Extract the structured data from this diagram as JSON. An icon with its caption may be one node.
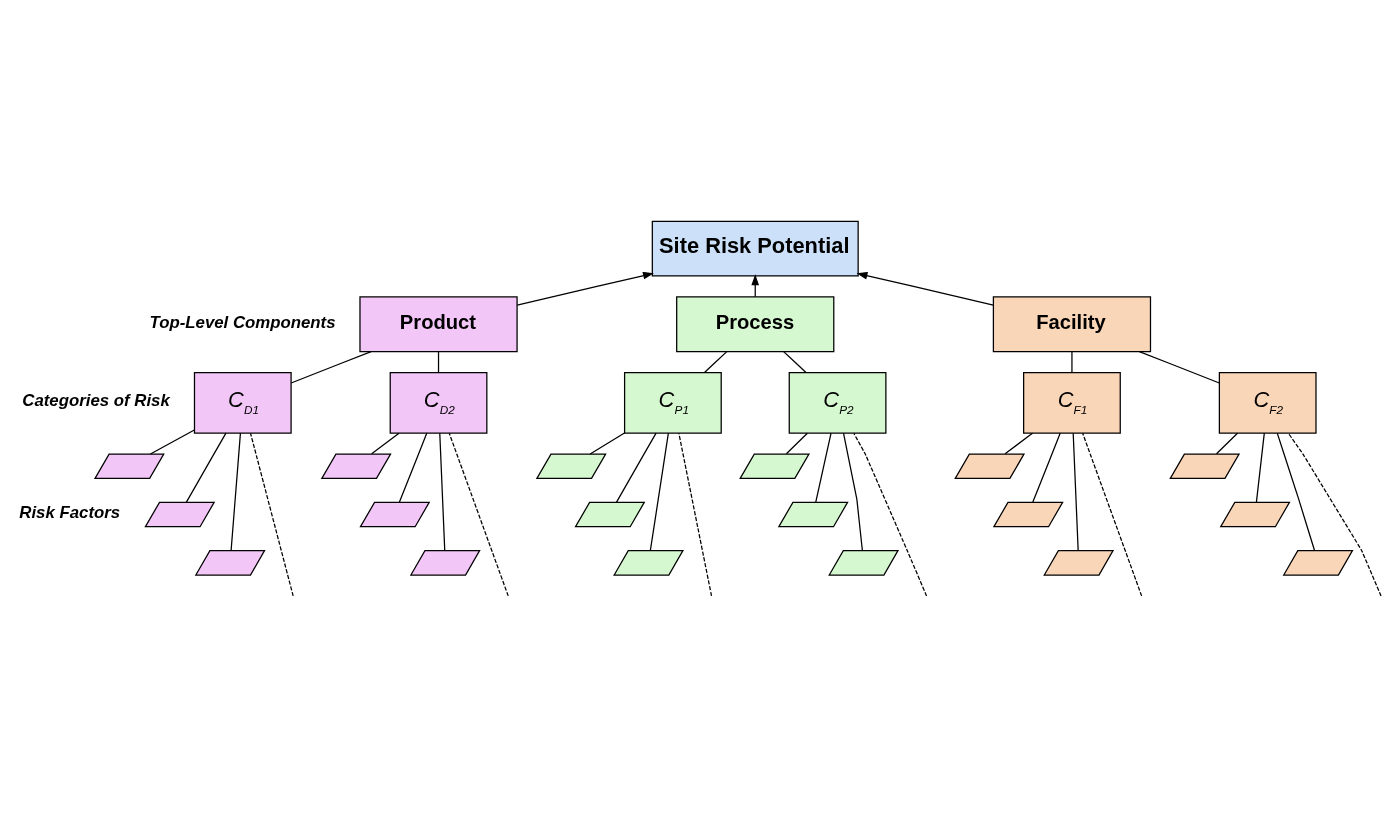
{
  "diagram": {
    "nodes": [
      {
        "text": [
          "Site Risk Potential"
        ]
      },
      {
        "text": [
          "Product"
        ]
      },
      {
        "text": [
          "Process"
        ]
      },
      {
        "text": [
          "Facility"
        ]
      },
      {
        "text": [
          "C$_{D1}$"
        ]
      },
      {
        "text": [
          "C$_{D2}$"
        ]
      },
      {
        "text": [
          "C$_{P1}$"
        ]
      },
      {
        "text": [
          "C$_{P2}$"
        ]
      },
      {
        "text": [
          "C$_{F1}$"
        ]
      },
      {
        "text": [
          "C$_{F2}$"
        ]
      },
      {
        "text": [],
        "shape": "parallelogram"
      },
      {
        "text": [],
        "shape": "parallelogram"
      },
      {
        "text": [],
        "shape": "parallelogram"
      },
      {
        "text": [],
        "shape": "parallelogram"
      },
      {
        "text": [],
        "shape": "parallelogram"
      },
      {
        "text": [],
        "shape": "parallelogram"
      },
      {
        "text": [],
        "shape": "parallelogram"
      },
      {
        "text": [],
        "shape": "parallelogram"
      },
      {
        "text": [],
        "shape": "parallelogram"
      },
      {
        "text": [],
        "shape": "parallelogram"
      },
      {
        "text": [],
        "shape": "parallelogram"
      },
      {
        "text": [],
        "shape": "parallelogram"
      },
      {
        "text": [],
        "shape": "parallelogram"
      },
      {
        "text": [],
        "shape": "parallelogram"
      },
      {
        "text": [],
        "shape": "parallelogram"
      },
      {
        "text": [],
        "shape": "parallelogram"
      },
      {
        "text": [],
        "shape": "parallelogram"
      },
      {
        "text": [],
        "shape": "parallelogram"
      }
    ],
    "edges": [
      {
        "from": 1,
        "to": 0,
        "arrow": "to"
      },
      {
        "from": 2,
        "to": 0,
        "arrow": "to"
      },
      {
        "from": 3,
        "to": 0,
        "arrow": "to"
      },
      {
        "from": 4,
        "to": 1,
        "arrow": "none"
      },
      {
        "from": 5,
        "to": 1,
        "arrow": "none"
      },
      {
        "from": 6,
        "to": 2,
        "arrow": "none"
      },
      {
        "from": 7,
        "to": 2,
        "arrow": "none"
      },
      {
        "from": 8,
        "to": 3,
        "arrow": "none"
      },
      {
        "from": 9,
        "to": 3,
        "arrow": "none"
      },
      {
        "from": 10,
        "to": 4,
        "arrow": "none"
      },
      {
        "from": 16,
        "to": 4,
        "arrow": "none"
      },
      {
        "from": 22,
        "to": 4,
        "arrow": "none"
      },
      {
        "from": null,
        "to": 4,
        "arrow": "none",
        "style": "dashed"
      },
      {
        "from": 11,
        "to": 5,
        "arrow": "none"
      },
      {
        "from": 17,
        "to": 5,
        "arrow": "none"
      },
      {
        "from": 23,
        "to": 5,
        "arrow": "none"
      },
      {
        "from": null,
        "to": 5,
        "arrow": "none",
        "style": "dashed"
      },
      {
        "from": 12,
        "to": 6,
        "arrow": "none"
      },
      {
        "from": 18,
        "to": 6,
        "arrow": "none"
      },
      {
        "from": 24,
        "to": 6,
        "arrow": "none"
      },
      {
        "from": null,
        "to": 6,
        "arrow": "none",
        "style": "dashed"
      },
      {
        "from": 13,
        "to": 7,
        "arrow": "none"
      },
      {
        "from": 19,
        "to": 7,
        "arrow": "none"
      },
      {
        "from": 25,
        "to": 7,
        "arrow": "none"
      },
      {
        "from": null,
        "to": 7,
        "arrow": "none",
        "style": "dashed"
      },
      {
        "from": 14,
        "to": 8,
        "arrow": "none"
      },
      {
        "from": 20,
        "to": 8,
        "arrow": "none"
      },
      {
        "from": 26,
        "to": 8,
        "arrow": "none"
      },
      {
        "from": null,
        "to": 8,
        "arrow": "none",
        "style": "dashed"
      },
      {
        "from": 15,
        "to": 9,
        "arrow": "none"
      },
      {
        "from": 21,
        "to": 9,
        "arrow": "none"
      },
      {
        "from": 27,
        "to": 9,
        "arrow": "none"
      },
      {
        "from": null,
        "to": 9,
        "arrow": "none",
        "style": "dashed"
      }
    ],
    "labels": [
      "Top-Level Components",
      "Categories of Risk",
      "Risk Factors"
    ]
  }
}
